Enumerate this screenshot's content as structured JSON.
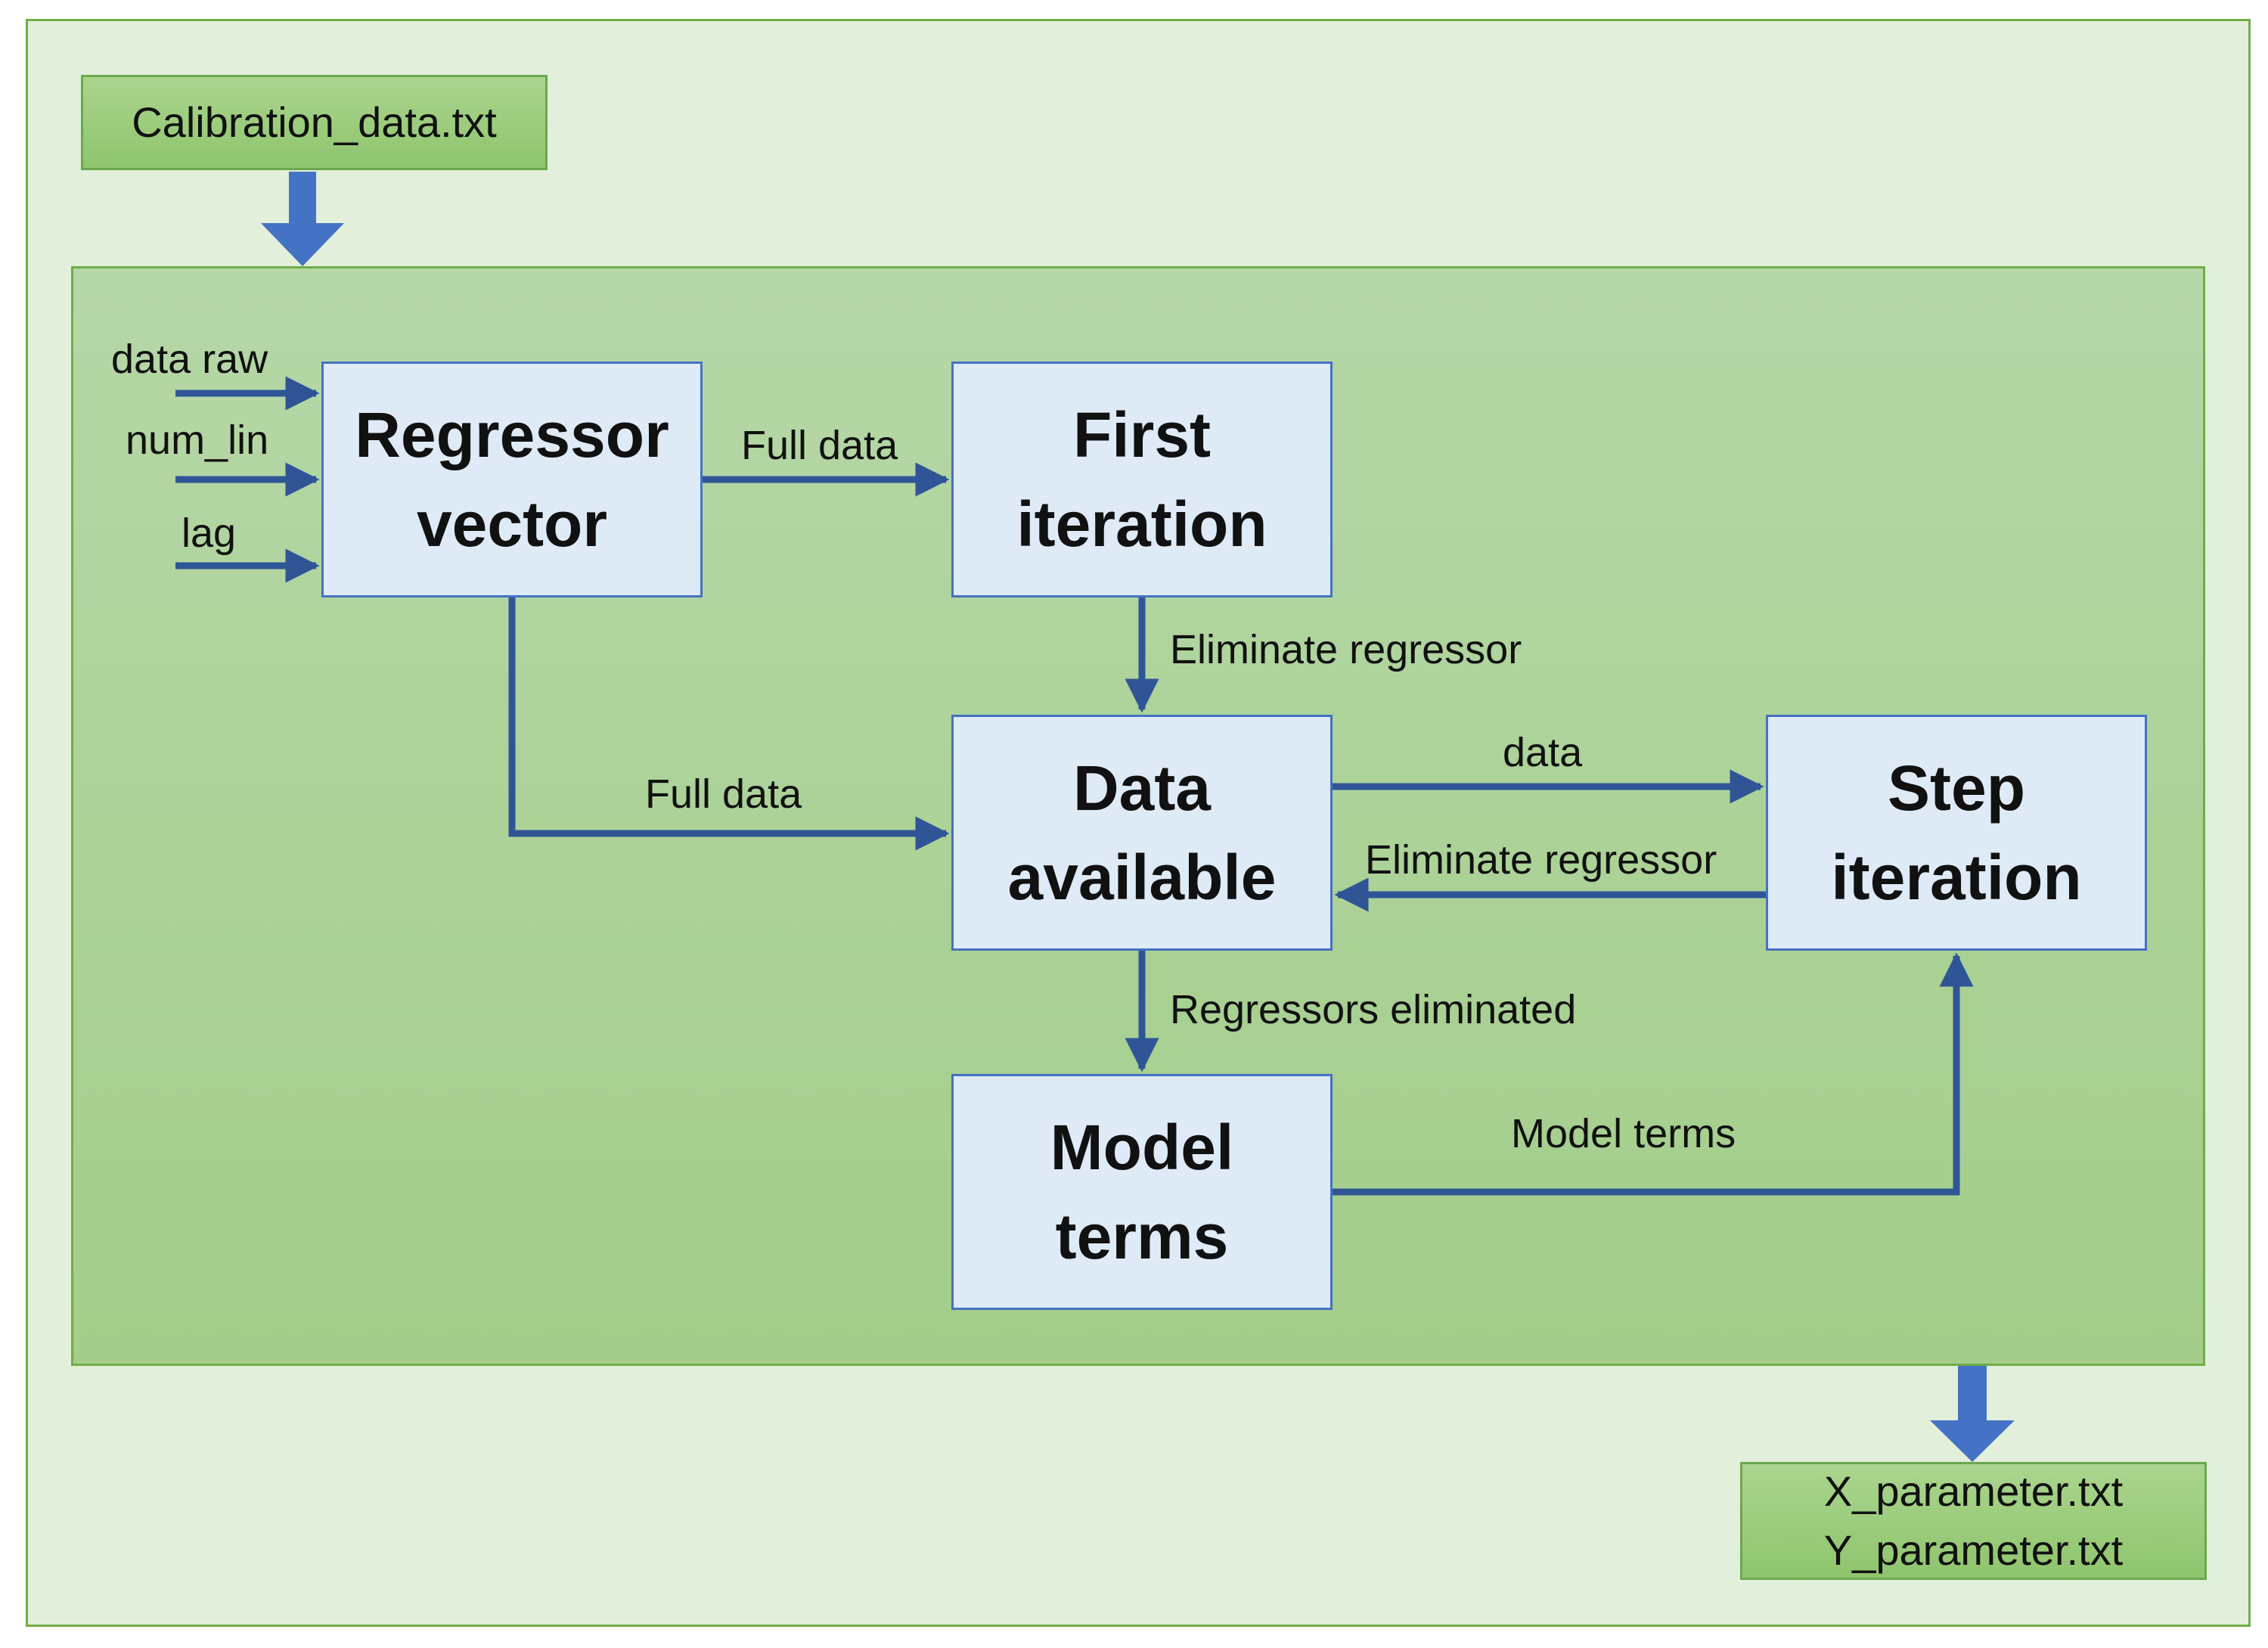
{
  "input_file": {
    "name": "Calibration_data.txt"
  },
  "inputs": [
    "data raw",
    "num_lin",
    "lag"
  ],
  "nodes": {
    "regressor": [
      "Regressor",
      "vector"
    ],
    "first": [
      "First",
      "iteration"
    ],
    "data": [
      "Data",
      "available"
    ],
    "step": [
      "Step",
      "iteration"
    ],
    "model": [
      "Model",
      "terms"
    ]
  },
  "edges": {
    "full_data_top": "Full data",
    "eliminate_regressor_down": "Eliminate regressor",
    "full_data_bottom": "Full data",
    "data_to_step": "data",
    "eliminate_regressor_back": "Eliminate regressor",
    "regressors_eliminated": "Regressors eliminated",
    "model_terms": "Model terms"
  },
  "output_files": [
    "X_parameter.txt",
    "Y_parameter.txt"
  ],
  "colors": {
    "outer_fill": "#e2efda",
    "inner_fill": "#a9d18e",
    "node_fill": "#deebf7",
    "node_border": "#4472c4",
    "arrow": "#2f5597",
    "file_fill": "#9dcc7e"
  }
}
